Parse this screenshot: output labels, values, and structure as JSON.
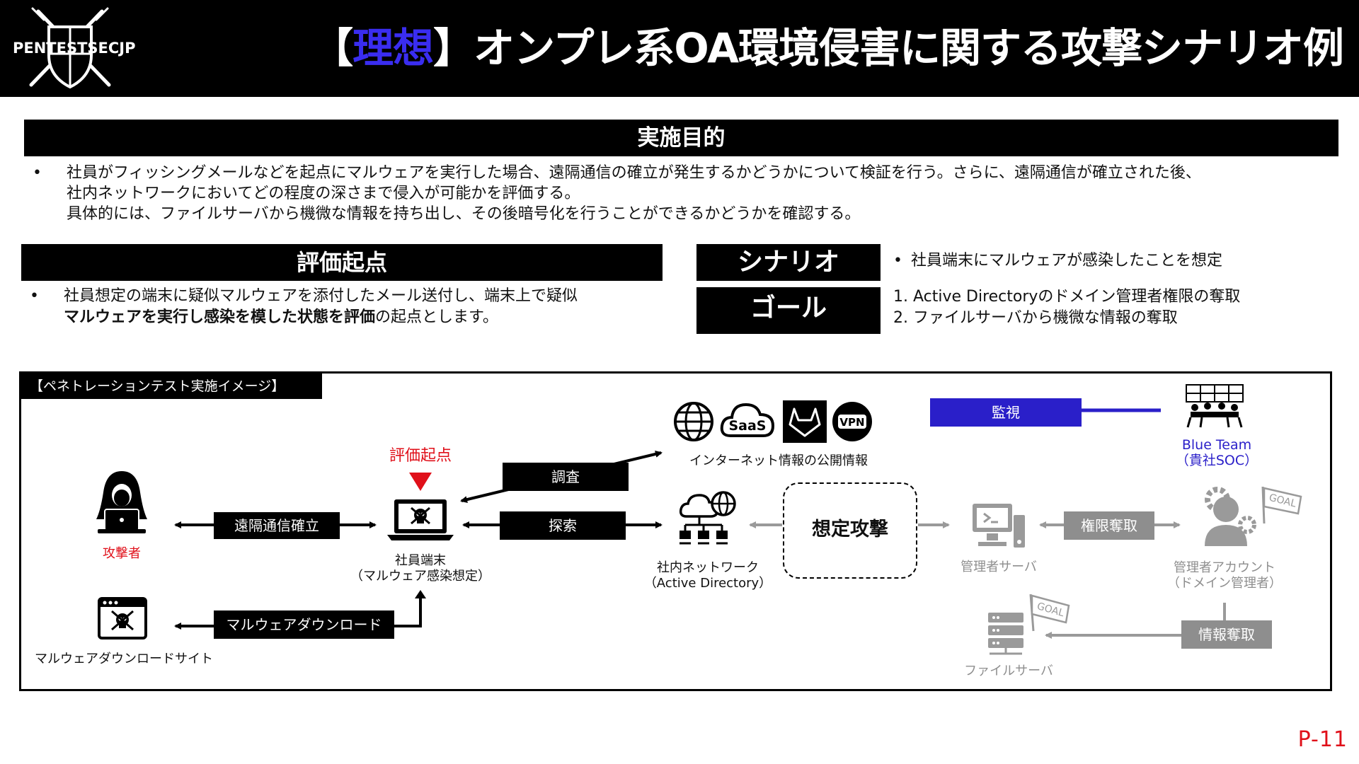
{
  "header": {
    "logo_text": "PENTESTSECJP",
    "title_open": "【",
    "title_highlight": "理想",
    "title_rest": "】オンプレ系OA環境侵害に関する攻撃シナリオ例"
  },
  "purpose": {
    "heading": "実施目的",
    "bullet": "•",
    "lines": [
      "社員がフィッシングメールなどを起点にマルウェアを実行した場合、遠隔通信の確立が発生するかどうかについて検証を行う。さらに、遠隔通信が確立された後、",
      "社内ネットワークにおいてどの程度の深さまで侵入が可能かを評価する。",
      "具体的には、ファイルサーバから機微な情報を持ち出し、その後暗号化を行うことができるかどうかを確認する。"
    ]
  },
  "evaluation": {
    "heading": "評価起点",
    "bullet": "•",
    "line1": "社員想定の端末に疑似マルウェアを添付したメール送付し、端末上で疑似",
    "line2_bold": "マルウェアを実行し感染を模した状態を評価",
    "line2_rest": "の起点とします。"
  },
  "scenario": {
    "heading": "シナリオ",
    "bullet": "•",
    "text": "社員端末にマルウェアが感染したことを想定"
  },
  "goal": {
    "heading": "ゴール",
    "items": [
      "1.  Active Directoryのドメイン管理者権限の奪取",
      "2.  ファイルサーバから機微な情報の奪取"
    ]
  },
  "diagram": {
    "label": "【ペネトレーションテスト実施イメージ】",
    "attacker": "攻撃者",
    "remote_comm": "遠隔通信確立",
    "eval_origin": "評価起点",
    "employee_terminal_1": "社員端末",
    "employee_terminal_2": "（マルウェア感染想定）",
    "investigate": "調査",
    "explore": "探索",
    "internet_info": "インターネット情報の公開情報",
    "internal_network_1": "社内ネットワーク",
    "internal_network_2": "（Active Directory）",
    "assumed_attack": "想定攻撃",
    "admin_server": "管理者サーバ",
    "privilege_takeover": "権限奪取",
    "admin_account_1": "管理者アカウント",
    "admin_account_2": "（ドメイン管理者）",
    "info_takeover": "情報奪取",
    "file_server": "ファイルサーバ",
    "malware_download": "マルウェアダウンロード",
    "malware_site": "マルウェアダウンロードサイト",
    "monitor": "監視",
    "blue_team_1": "Blue Team",
    "blue_team_2": "（貴社SOC）",
    "saas_text": "SaaS",
    "vpn_text": "VPN",
    "goal_flag": "GOAL"
  },
  "colors": {
    "accent_blue": "#3a2df0",
    "red": "#e0101a",
    "gray": "#8e8e8e",
    "blue_team": "#2a1fc9"
  },
  "page_number": "P-11"
}
